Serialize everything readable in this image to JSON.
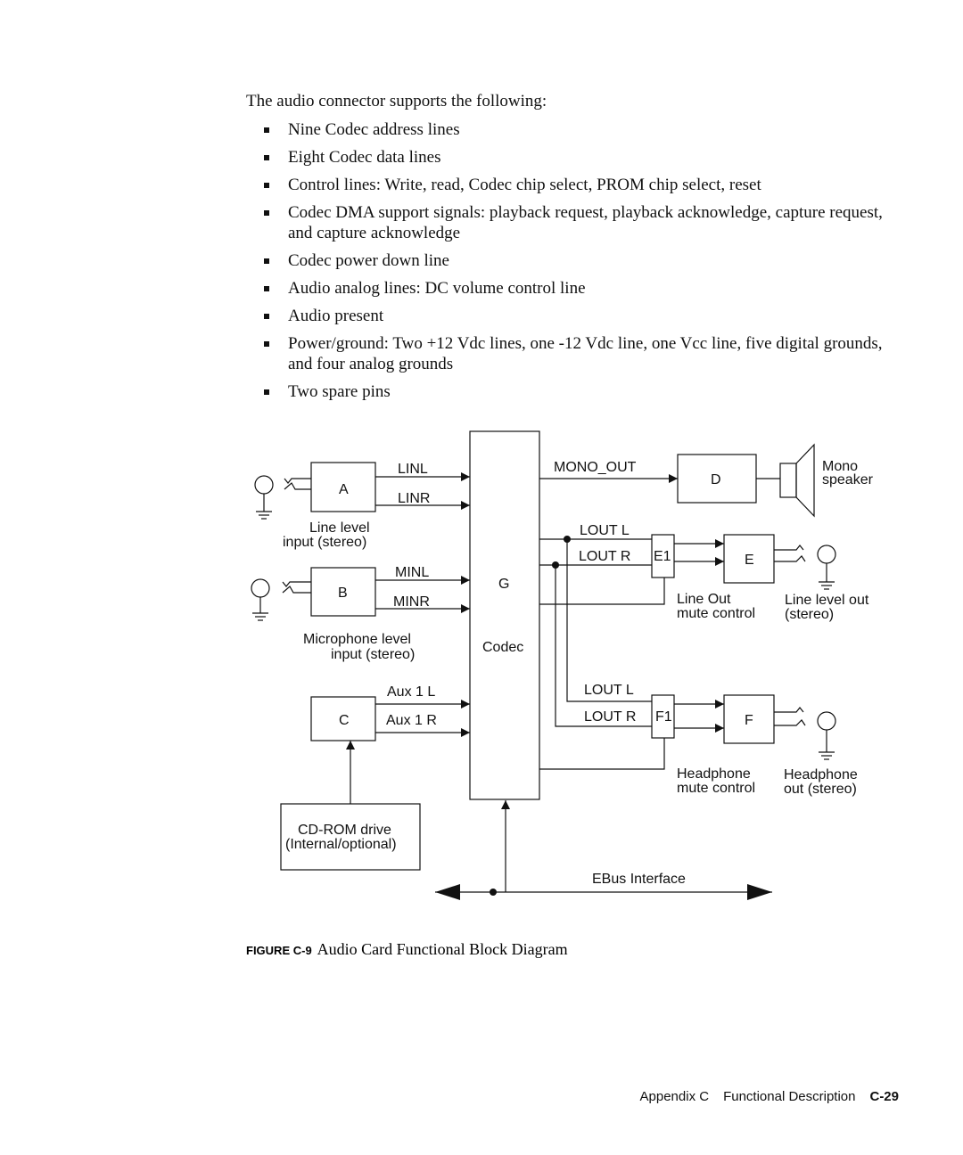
{
  "intro": "The audio connector supports the following:",
  "bullets": [
    "Nine Codec address lines",
    "Eight Codec data lines",
    "Control lines: Write, read, Codec chip select, PROM chip select, reset",
    "Codec DMA support signals: playback request, playback acknowledge, capture request, and capture acknowledge",
    "Codec power down line",
    "Audio analog lines: DC volume control line",
    "Audio present",
    "Power/ground: Two +12 Vdc lines, one -12 Vdc line, one Vcc line, five digital grounds, and four analog grounds",
    "Two spare pins"
  ],
  "diagram": {
    "block_a": "A",
    "block_b": "B",
    "block_c": "C",
    "block_d": "D",
    "block_e": "E",
    "block_f": "F",
    "block_g": "G",
    "codec": "Codec",
    "linl": "LINL",
    "linr": "LINR",
    "minl": "MINL",
    "minr": "MINR",
    "aux1l": "Aux 1 L",
    "aux1r": "Aux 1 R",
    "line_level_1": "Line level",
    "line_level_2": "input (stereo)",
    "mic_level_1": "Microphone level",
    "mic_level_2": "input (stereo)",
    "cdrom_1": "CD-ROM drive",
    "cdrom_2": "(Internal/optional)",
    "mono_out": "MONO_OUT",
    "mono_1": "Mono",
    "mono_2": "speaker",
    "lout_l_1": "LOUT L",
    "lout_r_1": "LOUT R",
    "e1": "E1",
    "line_out_mute_1": "Line Out",
    "line_out_mute_2": "mute control",
    "line_level_out_1": "Line level out",
    "line_level_out_2": "(stereo)",
    "lout_l_2": "LOUT L",
    "lout_r_2": "LOUT R",
    "f1": "F1",
    "hp_mute_1": "Headphone",
    "hp_mute_2": "mute control",
    "hp_out_1": "Headphone",
    "hp_out_2": "out (stereo)",
    "ebus": "EBus Interface"
  },
  "caption": {
    "label": "FIGURE C-9",
    "title": "Audio Card Functional Block Diagram"
  },
  "footer": {
    "section": "Appendix C",
    "title": "Functional Description",
    "page": "C-29"
  }
}
